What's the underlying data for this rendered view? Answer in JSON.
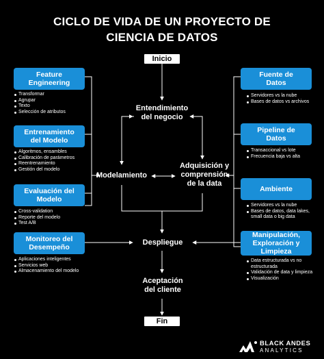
{
  "title": {
    "line1": "CICLO DE VIDA DE UN PROYECTO DE",
    "line2": "CIENCIA DE DATOS"
  },
  "flow": {
    "start": "Inicio",
    "end": "Fin",
    "entendimiento": {
      "line1": "Entendimiento",
      "line2": "del negocio"
    },
    "modelamiento": "Modelamiento",
    "adquisicion": {
      "line1": "Adquisición y",
      "line2": "comprensión",
      "line3": "de la data"
    },
    "despliegue": "Despliegue",
    "aceptacion": {
      "line1": "Aceptación",
      "line2": "del cliente"
    }
  },
  "left": [
    {
      "title": [
        "Feature",
        "Engineering"
      ],
      "items": [
        "Transformar",
        "Agrupar",
        "Texto",
        "Selección de atributos"
      ]
    },
    {
      "title": [
        "Entrenamiento",
        "del Modelo"
      ],
      "items": [
        "Algoritmos, ensambles",
        "Calibración de parámetros",
        "Reentrenamiento",
        "Gestión del modelo"
      ]
    },
    {
      "title": [
        "Evaluación del",
        "Modelo"
      ],
      "items": [
        "Cross-validation",
        "Reporte del modelo",
        "Test A/B"
      ]
    },
    {
      "title": [
        "Monitoreo del",
        "Desempeño"
      ],
      "items": [
        "Aplicaciones inteligentes",
        "Servicios web",
        "Almacenamiento del modelo"
      ]
    }
  ],
  "right": [
    {
      "title": [
        "Fuente de",
        "Datos"
      ],
      "items": [
        "Servidores vs la nube",
        "Bases de datos vs archivos"
      ]
    },
    {
      "title": [
        "Pipeline de",
        "Datos"
      ],
      "items": [
        "Transaccional vs lote",
        "Frecuencia baja vs alta"
      ]
    },
    {
      "title": [
        "Ambiente"
      ],
      "items": [
        "Servidores vs la nube",
        "Bases de datos, data lakes, small data o big data"
      ]
    },
    {
      "title": [
        "Manipulación,",
        "Exploración y",
        "Limpieza"
      ],
      "items": [
        "Data estructurada vs no estructurada",
        "Validación de data y limpieza",
        "Visualización"
      ]
    }
  ],
  "brand": {
    "name": "BLACK ANDES",
    "sub": "ANALYTICS"
  },
  "colors": {
    "box": "#1a8fd8",
    "background": "#000000",
    "line": "#ffffff"
  }
}
